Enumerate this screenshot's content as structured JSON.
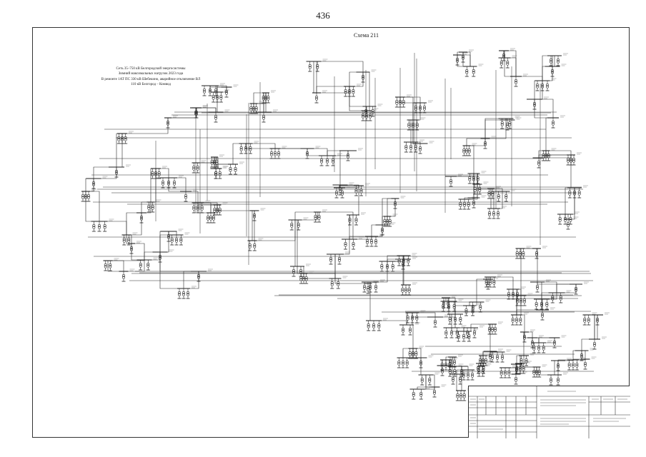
{
  "page_number": "436",
  "scheme_title": "Схема 211",
  "description": [
    "Сеть 35–750 кВ Белгородской энергосистемы",
    "Зимний максимальных нагрузок 2023 года",
    "В ремонте 1АТ ПС 330 кВ Шебекино, аварийное отключение ВЛ",
    "110 кВ Белгород – Комвод"
  ]
}
